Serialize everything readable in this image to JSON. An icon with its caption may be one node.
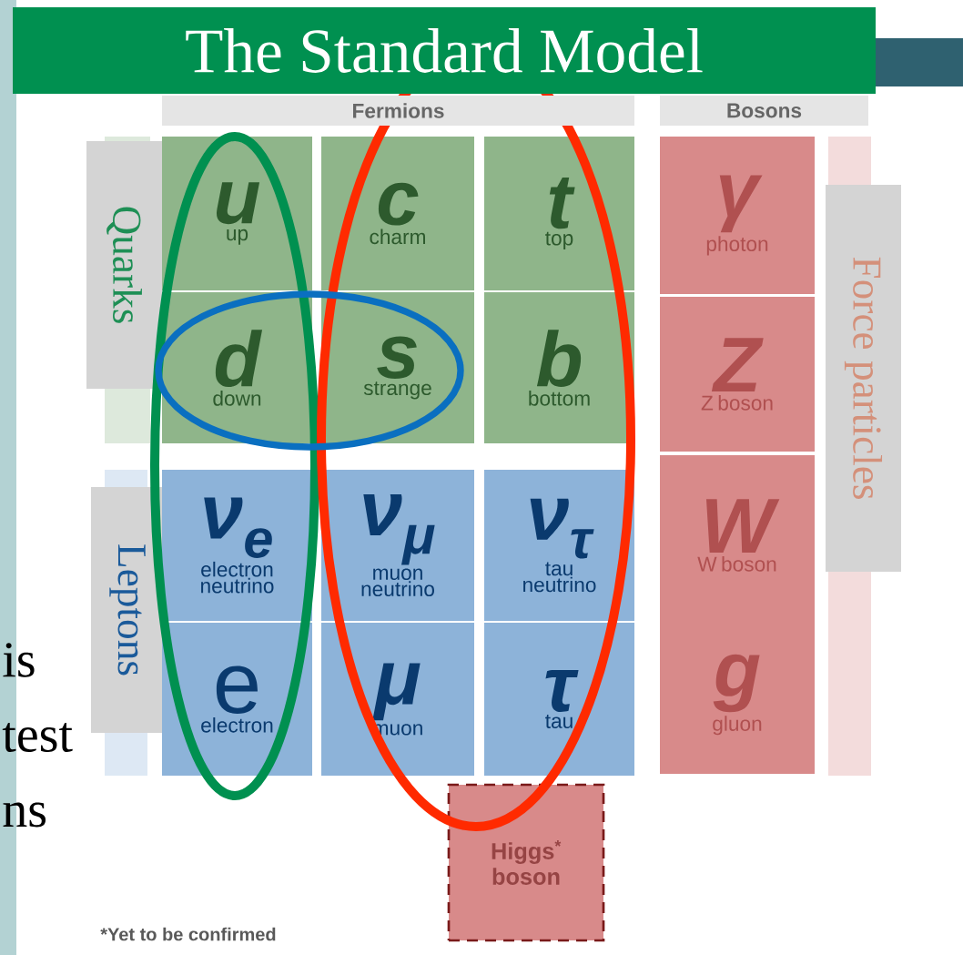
{
  "diagram": {
    "title": "The Standard Model",
    "nodes": [
      {
        "text": [
          "Fermions"
        ]
      },
      {
        "text": [
          "Bosons"
        ]
      },
      {
        "text": [
          "Quarks"
        ]
      },
      {
        "text": [
          "u",
          "up"
        ]
      },
      {
        "text": [
          "c",
          "charm"
        ]
      },
      {
        "text": [
          "t",
          "top"
        ]
      },
      {
        "text": [
          "γ",
          "photon"
        ]
      },
      {
        "text": [
          "Force particles"
        ]
      },
      {
        "text": [
          "d",
          "down"
        ]
      },
      {
        "text": [
          "s",
          "strange"
        ]
      },
      {
        "text": [
          "b",
          "bottom"
        ]
      },
      {
        "text": [
          "Z",
          "Z boson"
        ]
      },
      {
        "text": [
          "Leptons"
        ]
      },
      {
        "text": [
          "ν$_{e}$",
          "electron neutrino"
        ]
      },
      {
        "text": [
          "ν$_{μ}$",
          "muon neutrino"
        ]
      },
      {
        "text": [
          "ν$_{τ}$",
          "tau neutrino"
        ]
      },
      {
        "text": [
          "W",
          "W boson"
        ]
      },
      {
        "text": [
          "e",
          "electron"
        ]
      },
      {
        "text": [
          "μ",
          "muon"
        ]
      },
      {
        "text": [
          "τ",
          "tau"
        ]
      },
      {
        "text": [
          "g",
          "gluon"
        ]
      },
      {
        "text": [
          "Higgs$^{*}$ boson"
        ]
      }
    ],
    "labels": [
      "is",
      "test",
      "ns",
      "*Yet to be confirmed"
    ]
  }
}
